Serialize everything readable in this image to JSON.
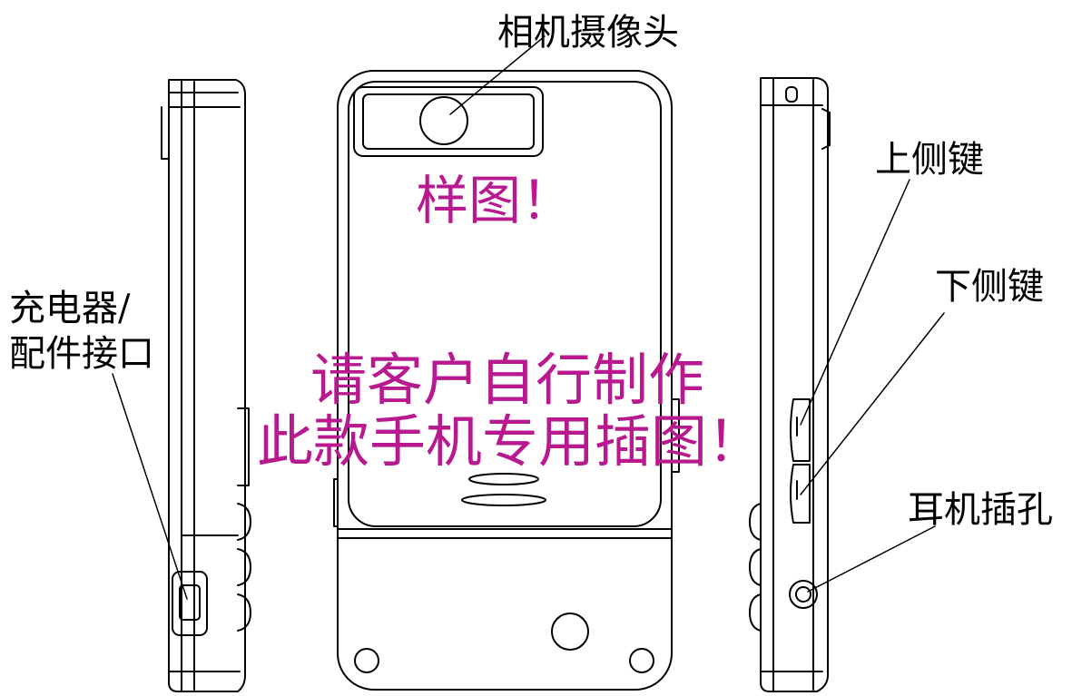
{
  "labels": {
    "camera": "相机摄像头",
    "charger_line1": "充电器/",
    "charger_line2": "配件接口",
    "upper_side_key": "上侧键",
    "lower_side_key": "下侧键",
    "earphone_jack": "耳机插孔"
  },
  "watermark": {
    "sample": "样图！",
    "line1": "请客户自行制作",
    "line2": "此款手机专用插图！"
  },
  "colors": {
    "line": "#000000",
    "watermark": "#b8198f",
    "background": "#ffffff"
  }
}
